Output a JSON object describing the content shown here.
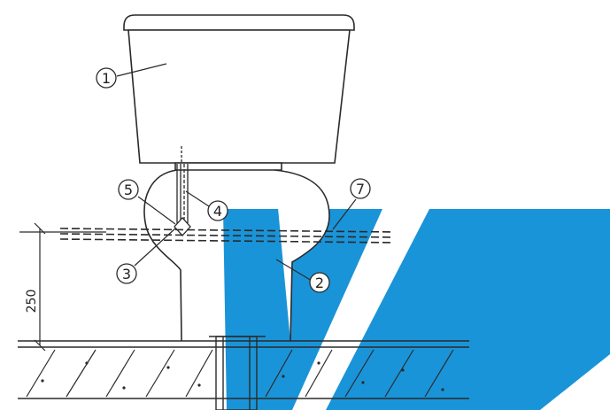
{
  "callouts": [
    {
      "id": "1",
      "label": "1"
    },
    {
      "id": "2",
      "label": "2"
    },
    {
      "id": "3",
      "label": "3"
    },
    {
      "id": "4",
      "label": "4"
    },
    {
      "id": "5",
      "label": "5"
    },
    {
      "id": "7",
      "label": "7"
    }
  ],
  "dimension": {
    "value": "250"
  },
  "colors": {
    "blue": "#1a94d8",
    "ink": "#2a2a2a",
    "paper": "#ffffff"
  }
}
